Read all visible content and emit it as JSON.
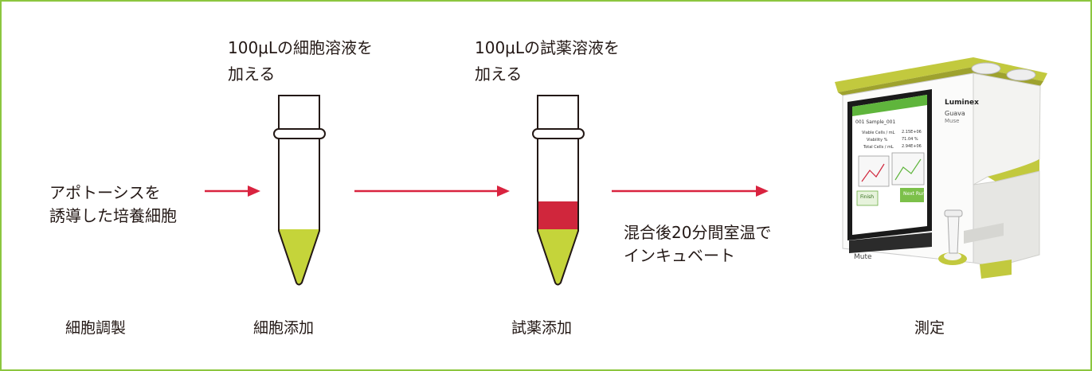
{
  "steps": {
    "cell_add_note_line1": "100μLの細胞溶液を",
    "cell_add_note_line2": "加える",
    "reagent_add_note_line1": "100μLの試薬溶液を",
    "reagent_add_note_line2": "加える",
    "input_line1": "アポトーシスを",
    "input_line2": "誘導した培養細胞",
    "incubate_line1": "混合後20分間室温で",
    "incubate_line2": "インキュベート"
  },
  "captions": {
    "prep": "細胞調製",
    "cell_add": "細胞添加",
    "reagent_add": "試薬添加",
    "measure": "測定"
  },
  "instrument": {
    "brand": "Luminex",
    "model": "Guava",
    "model_sub": "Muse",
    "screen_sample": "001 Sample_001",
    "screen_rows": [
      {
        "label": "Viable Cells / mL",
        "value": "2.15E+06"
      },
      {
        "label": "Viability %",
        "value": "71.04 %"
      },
      {
        "label": "Total Cells / mL",
        "value": "2.94E+06"
      }
    ],
    "screen_buttons": [
      "Finish",
      "Next Run"
    ],
    "panel_left_label": "Mute"
  },
  "colors": {
    "frame": "#8cc63f",
    "arrow": "#d9233f",
    "cell_solution": "#c5d43a",
    "reagent": "#d0263c",
    "instrument_accent": "#c2c93e"
  }
}
